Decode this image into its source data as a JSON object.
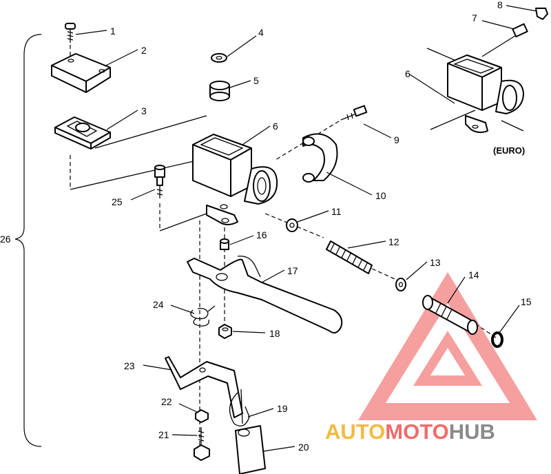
{
  "callouts": {
    "c1": "1",
    "c2": "2",
    "c3": "3",
    "c4": "4",
    "c5": "5",
    "c6": "6",
    "c6_euro": "6",
    "c7": "7",
    "c8": "8",
    "c9": "9",
    "c10": "10",
    "c11": "11",
    "c12": "12",
    "c13": "13",
    "c14": "14",
    "c15": "15",
    "c16": "16",
    "c17": "17",
    "c18": "18",
    "c19": "19",
    "c20": "20",
    "c21": "21",
    "c22": "22",
    "c23": "23",
    "c24": "24",
    "c25": "25",
    "c26": "26"
  },
  "euro_label": "(EURO)",
  "watermark": {
    "auto": "AUTO",
    "moto": "MOTO",
    "hub": "HUB"
  },
  "colors": {
    "watermark_red": "#f26b6b",
    "watermark_orange": "#f5b942",
    "watermark_gray": "#8a8a8a"
  }
}
